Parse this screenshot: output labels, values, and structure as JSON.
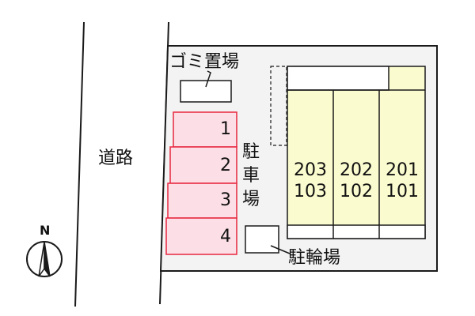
{
  "labels": {
    "road": "道路",
    "garbage": "ゴミ置場",
    "parking": [
      "駐",
      "車",
      "場"
    ],
    "bicycle": "駐輪場",
    "north": "N"
  },
  "parking_spaces": [
    "1",
    "2",
    "3",
    "4"
  ],
  "units": [
    {
      "upper": "203",
      "lower": "103"
    },
    {
      "upper": "202",
      "lower": "102"
    },
    {
      "upper": "201",
      "lower": "101"
    }
  ],
  "colors": {
    "lot_fill": "#f3f3f3",
    "building_fill": "#fbfbd0",
    "parking_fill": "#fcdfe6",
    "parking_stroke": "#e8273f",
    "line": "#1a1a1a"
  }
}
